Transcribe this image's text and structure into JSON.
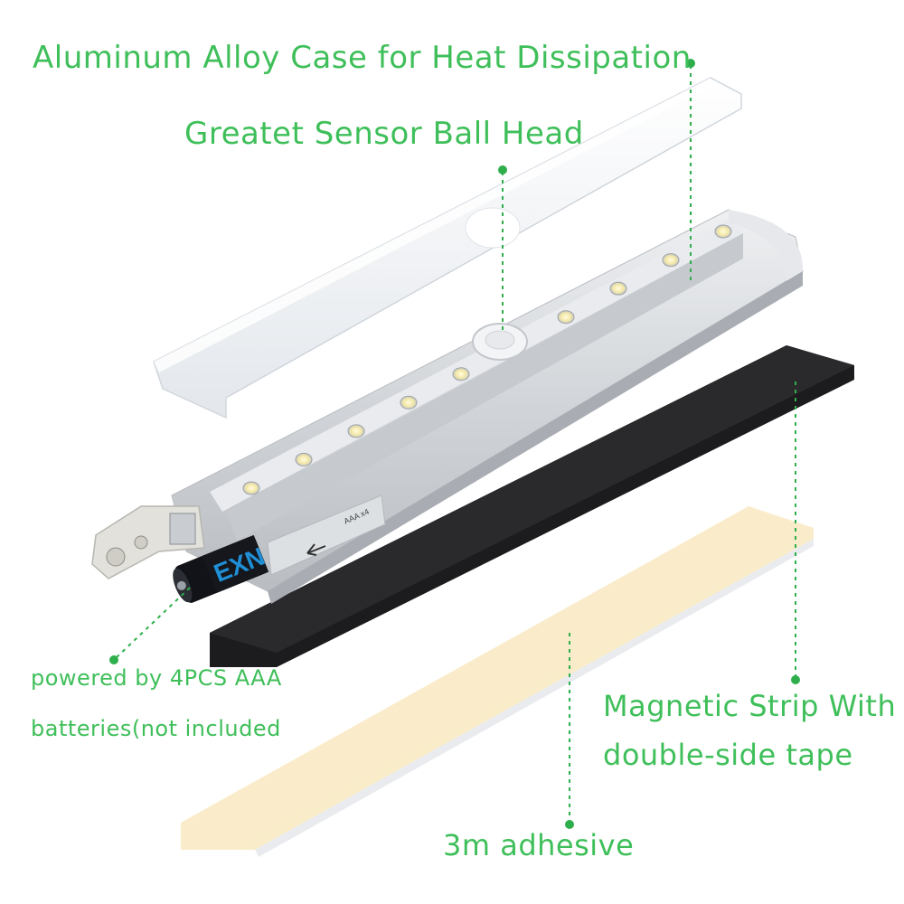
{
  "labels": {
    "case": "Aluminum Alloy Case for Heat Dissipation",
    "sensor": "Greatet Sensor Ball Head",
    "battery_line1": "powered by 4PCS AAA",
    "battery_line2": "batteries(not included",
    "magnetic_line1": "Magnetic Strip With",
    "magnetic_line2": "double-side tape",
    "adhesive": "3m adhesive"
  },
  "battery_print": {
    "brand": "EXN",
    "compartment_mark": "AAA x4"
  },
  "colors": {
    "accent_green": "#3fbf5a",
    "aluminum": "#d9dbde",
    "diffuser": "#f1f3f6",
    "magnetic_strip": "#1c1c1e",
    "adhesive_tape": "#fbefcf",
    "battery_blue": "#1f8fd6"
  },
  "icons": [
    "arrow-left-icon",
    "led-icon",
    "motion-sensor-icon",
    "battery-icon",
    "hinge-cap-icon"
  ]
}
